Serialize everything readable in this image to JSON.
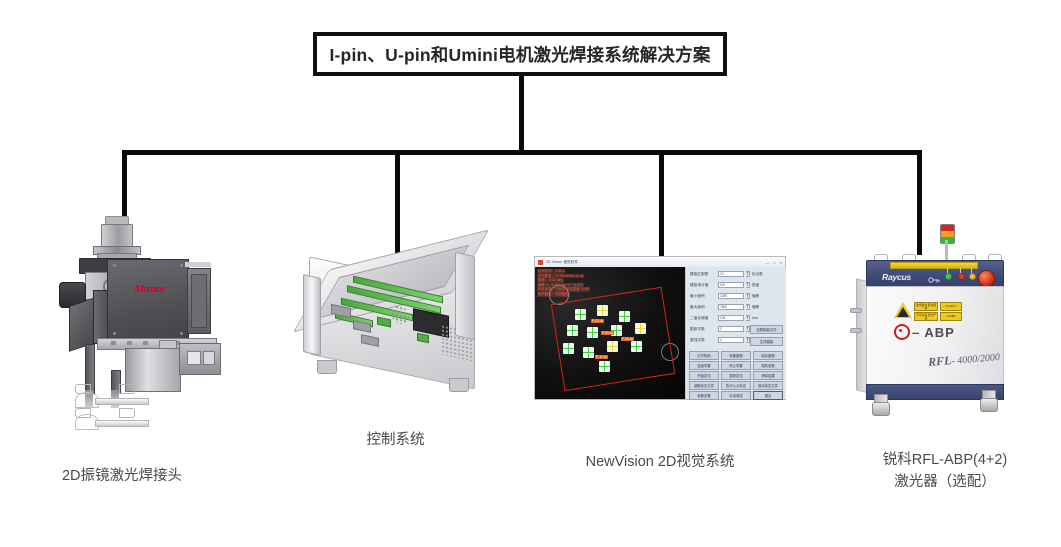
{
  "diagram": {
    "title": "I-pin、U-pin和Umini电机激光焊接系统解决方案",
    "accent_border": "#111111",
    "connector_color": "#090909"
  },
  "items": [
    {
      "key": "weldhead",
      "caption_line1": "2D振镜激光焊接头",
      "caption_line2": "",
      "logo_text": "Maxtor"
    },
    {
      "key": "control",
      "caption_line1": "控制系统",
      "caption_line2": ""
    },
    {
      "key": "vision",
      "caption_line1": "NewVision 2D视觉系统",
      "caption_line2": ""
    },
    {
      "key": "laser",
      "caption_line1": "锐科RFL-ABP(4+2)",
      "caption_line2": "激光器（选配）"
    }
  ],
  "vision_app": {
    "window_title": "2D Vision 视觉软件",
    "win_min": "—",
    "win_max": "□",
    "win_close": "×",
    "overlay_lines": [
      "检测时间：0.35 s",
      "识别数量：12 Rect/Find 12 ok",
      "角度：-9.32 deg",
      "偏移 X：0.064 mm  Y：-0.021",
      "标定状态：已标定 标定精度 0.008",
      "相机触发：外部触发"
    ],
    "part_tags": [
      "P-01 ok",
      "P-05 ok",
      "P-08 ok",
      "P-11 ok"
    ],
    "fields": [
      {
        "label": "模板匹配数",
        "value": "12",
        "unit": "检出数"
      },
      {
        "label": "模板得分值",
        "value": "0.8",
        "unit": "角度"
      },
      {
        "label": "最小面积",
        "value": "1250",
        "unit": "偏移"
      },
      {
        "label": "最大面积",
        "value": "7800",
        "unit": "偏移"
      },
      {
        "label": "二值化阈值",
        "value": "126",
        "unit": "mm"
      },
      {
        "label": "膨胀次数",
        "value": "2",
        "unit": ""
      },
      {
        "label": "腐蚀次数",
        "value": "1",
        "unit": ""
      }
    ],
    "side_buttons": [
      "加载模板文件",
      "生成模板"
    ],
    "buttons": [
      [
        "打开相机",
        "采集图像",
        "保存图像"
      ],
      [
        "连续采集",
        "停止采集",
        "相机参数"
      ],
      [
        "开始定位",
        "重新定位",
        "清除结果"
      ],
      [
        "读取标定文件",
        "执行九点标定",
        "保存标定文件"
      ],
      [
        "参数设置",
        "手动调试",
        "退出"
      ]
    ]
  },
  "laser": {
    "brand": "Raycus",
    "model_prefix": "RFL",
    "model_suffix": "- 4000/2000",
    "abp_text": "– ABP",
    "warning_labels": [
      "激光辐射 避免照射",
      "CLASS 4",
      "不可直视 激光产品",
      "LASER"
    ]
  }
}
